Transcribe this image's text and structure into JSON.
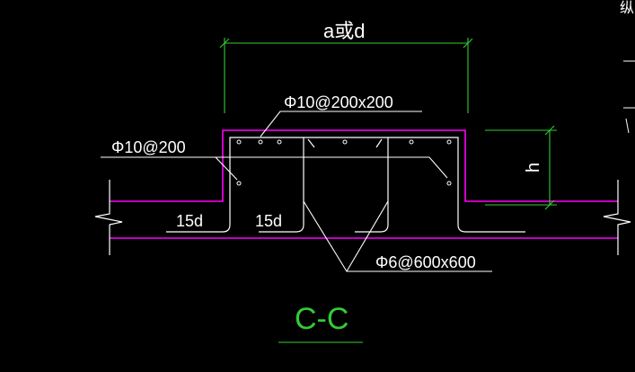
{
  "labels": {
    "width_dim": "a或d",
    "height_dim": "h",
    "top_mesh": "Φ10@200x200",
    "bottom_bar": "Φ10@200",
    "anchor_left": "15d",
    "anchor_right": "15d",
    "tie_bar": "Φ6@600x600",
    "section_title": "C-C",
    "edge_text": "纵"
  },
  "colors": {
    "background": "#000000",
    "concrete_outline": "#ff00ff",
    "rebar": "#ffffff",
    "dimension": "#33cc33",
    "title": "#33cc33"
  }
}
